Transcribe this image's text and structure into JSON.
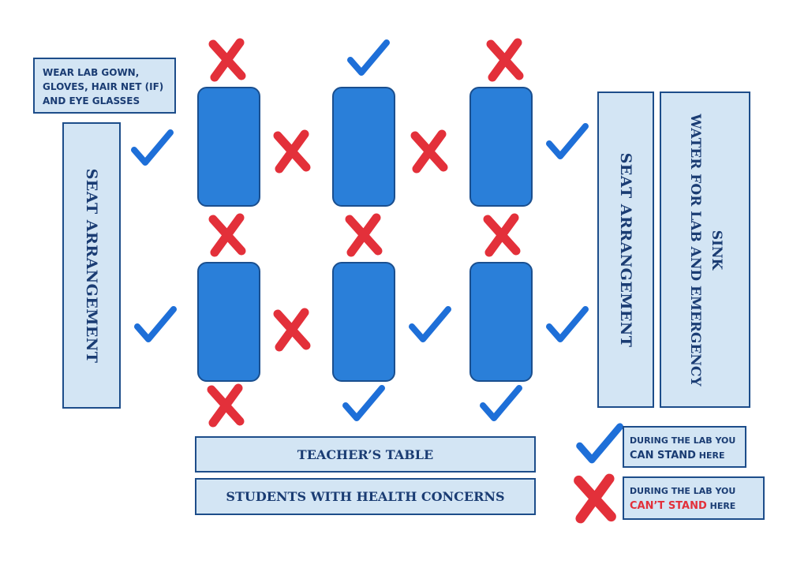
{
  "gown_note": {
    "lines": [
      "WEAR LAB GOWN,",
      "GLOVES, HAIR NET (IF)",
      "AND EYE GLASSES"
    ]
  },
  "seat_left_label": "SEAT ARRANGEMENT",
  "seat_right_label": "SEAT ARRANGEMENT",
  "sink": {
    "title": "SINK",
    "subtitle": "WATER FOR LAB AND EMERGENCY"
  },
  "teacher_table": "TEACHER’S TABLE",
  "health_table": "STUDENTS WITH HEALTH CONCERNS",
  "legend": {
    "can_stand": {
      "line1": "DURING THE LAB YOU",
      "emph": "CAN STAND",
      "rest": " HERE"
    },
    "cant_stand": {
      "line1": "DURING THE LAB YOU",
      "emph": "CAN’T STAND",
      "rest": " HERE"
    }
  },
  "colors": {
    "check": "#1e6fd8",
    "cross": "#e3303a",
    "desk": "#2a7fd9",
    "panel": "#d3e5f4",
    "border": "#1d4d8a"
  },
  "icons": {
    "allowed": "check-icon",
    "forbidden": "cross-icon"
  }
}
